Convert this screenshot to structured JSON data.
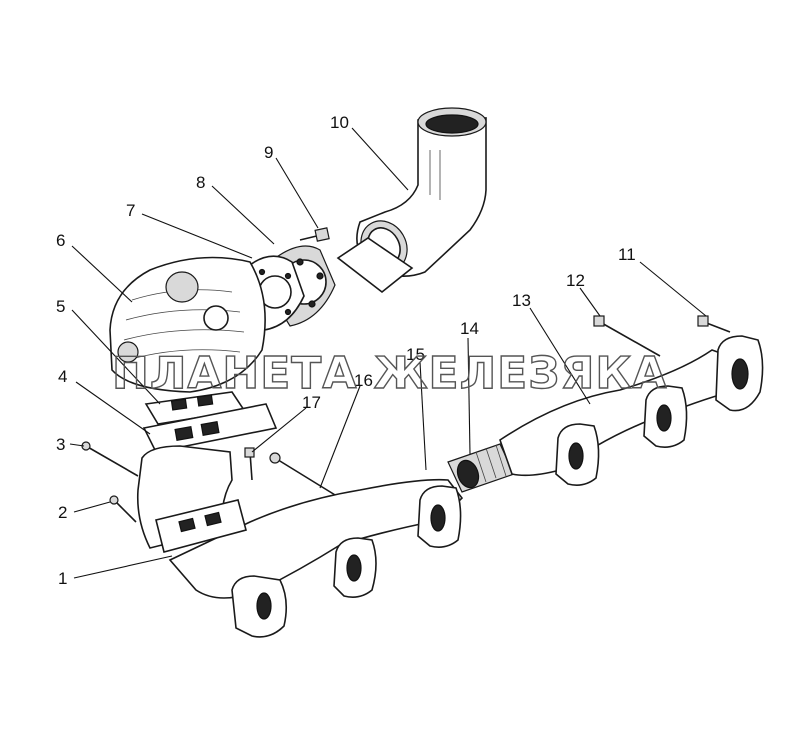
{
  "watermark": "ПЛАНЕТА ЖЕЛЕЗЯКА",
  "callouts": [
    {
      "id": "c1",
      "text": "1"
    },
    {
      "id": "c2",
      "text": "2"
    },
    {
      "id": "c3",
      "text": "3"
    },
    {
      "id": "c4",
      "text": "4"
    },
    {
      "id": "c5",
      "text": "5"
    },
    {
      "id": "c6",
      "text": "6"
    },
    {
      "id": "c7",
      "text": "7"
    },
    {
      "id": "c8",
      "text": "8"
    },
    {
      "id": "c9",
      "text": "9"
    },
    {
      "id": "c10",
      "text": "10"
    },
    {
      "id": "c11",
      "text": "11"
    },
    {
      "id": "c12",
      "text": "12"
    },
    {
      "id": "c13",
      "text": "13"
    },
    {
      "id": "c14",
      "text": "14"
    },
    {
      "id": "c15",
      "text": "15"
    },
    {
      "id": "c16",
      "text": "16"
    },
    {
      "id": "c17",
      "text": "17"
    }
  ]
}
